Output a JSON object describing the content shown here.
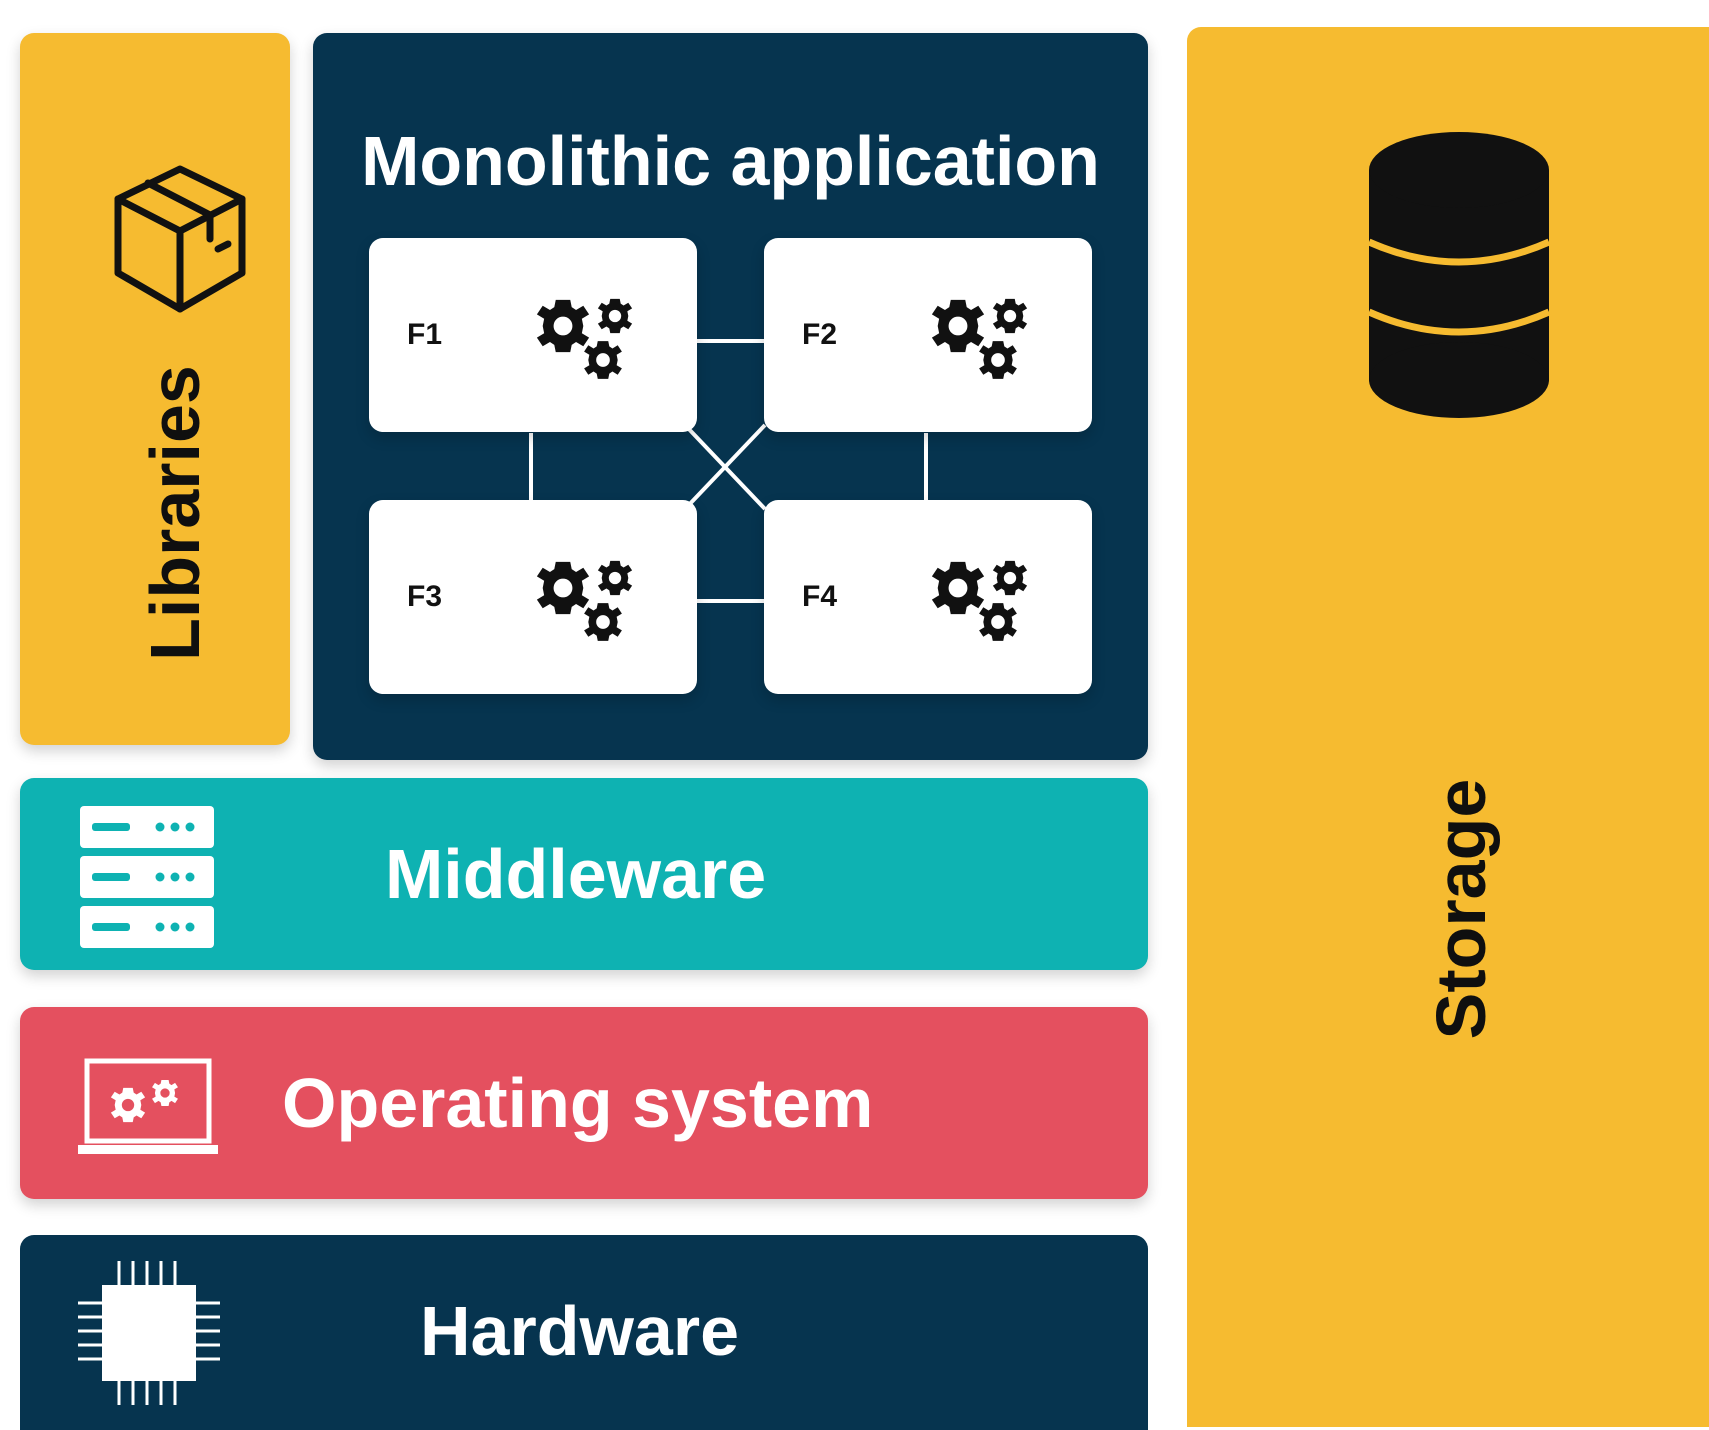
{
  "app": {
    "title": "Monolithic application",
    "features": [
      {
        "label": "F1",
        "icon": "gears-icon"
      },
      {
        "label": "F2",
        "icon": "gears-icon"
      },
      {
        "label": "F3",
        "icon": "gears-icon"
      },
      {
        "label": "F4",
        "icon": "gears-icon"
      }
    ]
  },
  "libraries": {
    "label": "Libraries",
    "icon": "package-box-icon"
  },
  "layers": {
    "middleware": {
      "label": "Middleware",
      "icon": "server-rack-icon"
    },
    "operating_system": {
      "label": "Operating system",
      "icon": "laptop-gears-icon"
    },
    "hardware": {
      "label": "Hardware",
      "icon": "cpu-chip-icon"
    }
  },
  "storage": {
    "label": "Storage",
    "icon": "database-icon"
  },
  "colors": {
    "navy": "#06344F",
    "yellow": "#F6BB30",
    "teal": "#0EB2B2",
    "red": "#E4505F",
    "white": "#FFFFFF"
  }
}
